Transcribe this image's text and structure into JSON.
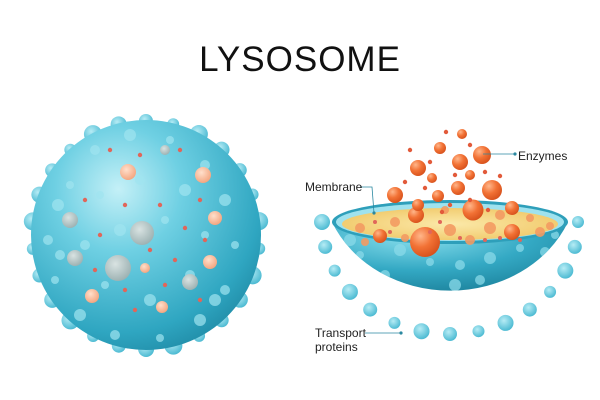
{
  "title": "LYSOSOME",
  "labels": {
    "enzymes": "Enzymes",
    "membrane": "Membrane",
    "transport_line1": "Transport",
    "transport_line2": "proteins"
  },
  "colors": {
    "membrane_blue": "#3fb3cc",
    "membrane_dark": "#1f8ea8",
    "bump_blue": "#67cde0",
    "interior_yellow": "#f5d77a",
    "enzyme_orange": "#ee6a33",
    "vesicle_grey": "#a9bcbd",
    "leader_line": "#2a88a0"
  }
}
